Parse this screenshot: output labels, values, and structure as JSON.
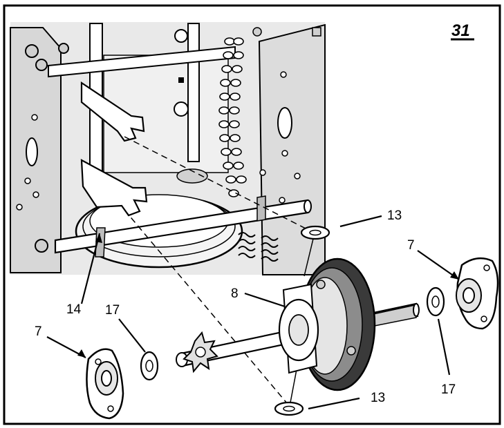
{
  "figure": {
    "number": "31",
    "callouts": {
      "c13_top": "13",
      "c13_bottom": "13",
      "c7_left": "7",
      "c7_right": "7",
      "c8": "8",
      "c14": "14",
      "c17_left": "17",
      "c17_right": "17"
    }
  },
  "colors": {
    "line": "#000000",
    "frame_shade": "#e6e6e6",
    "plate_shade": "#cfcfcf",
    "dark_part": "#3a3a3a",
    "mid_part": "#8c8c8c"
  }
}
